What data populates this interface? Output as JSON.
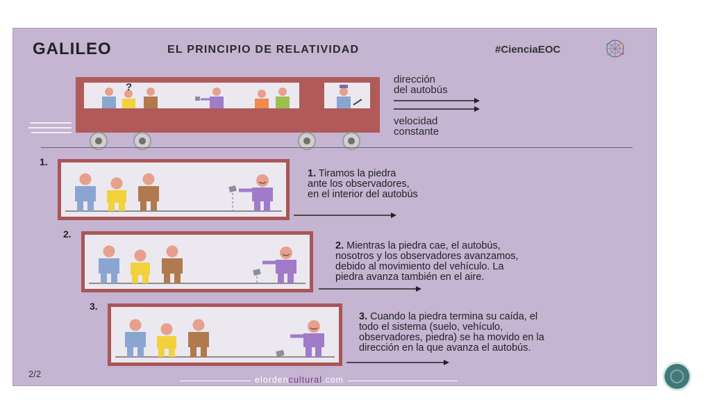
{
  "header": {
    "title": "GALILEO",
    "subtitle": "EL PRINCIPIO DE RELATIVIDAD",
    "hashtag": "#CienciaEOC"
  },
  "bus": {
    "question_mark": "?",
    "direction_label": "dirección\ndel autobús",
    "speed_label": "velocidad\nconstante"
  },
  "steps": [
    {
      "number": "1.",
      "bold": "1.",
      "text": " Tiramos la piedra\nante los observadores,\nen el interior del autobús"
    },
    {
      "number": "2.",
      "bold": "2.",
      "text": " Mientras la piedra cae, el autobús,\nnosotros y los observadores avanzamos,\ndebido al movimiento del vehículo. La\npiedra avanza también en el aire."
    },
    {
      "number": "3.",
      "bold": "3.",
      "text": " Cuando la piedra termina su caída, el\ntodo el sistema (suelo, vehículo,\nobservadores, piedra) se ha movido en la\ndirección en la que avanza el autobús."
    }
  ],
  "page_number": "2/2",
  "footer": {
    "part1": "elorden",
    "part2": "cultural",
    "part3": ".com"
  },
  "colors": {
    "background": "#c5b4d2",
    "bus": "#b05a5a",
    "scene_frame": "#a95656",
    "scene_floor": "#ece8f0",
    "person_blue": "#8aa6d0",
    "person_yellow": "#f2d23c",
    "person_brown": "#b07a4e",
    "person_purple": "#9f7bc9",
    "skin": "#e6a08c",
    "nav_button": "#3f7a79"
  }
}
